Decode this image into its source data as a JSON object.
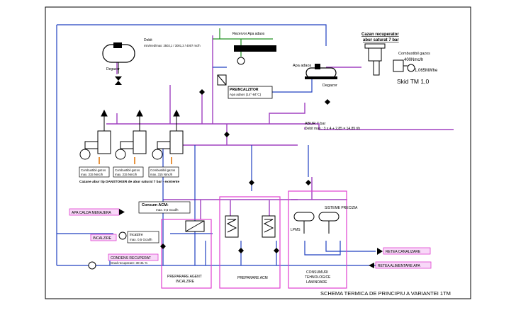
{
  "title": "SCHEMA TERMICA DE PRINCIPIU A VARIANTEI 1TM",
  "colors": {
    "steam": "#a040c0",
    "water": "#2040c0",
    "green": "#209020",
    "zone": "#e040d0",
    "frame": "#000000",
    "burner": "#e07000"
  },
  "labels": {
    "top_note_1": "Debit",
    "top_note_2": "min/med/max: 2502,1 / 3001,3 / 4007 mc/h",
    "degazor_left": "Degazor",
    "rezervor": "Rezervor Apa adaos",
    "preincalzitor_title": "PREINCALZITOR",
    "preincalzitor_detail": "Apa adaos (14°-84°C)",
    "apa_adaos": "Apa adaos",
    "degazor_right": "Degazor",
    "cazan_rec_1": "Cazan recuperator",
    "cazan_rec_2": "abur saturat 7 bar",
    "combustibil_gazos": "Combustibil gazos",
    "consum_gaz": "400Nmc/h",
    "putere": "1,065MWhe",
    "skid": "Skid TM 1,0",
    "abur_1": "ABUR 7 bar",
    "abur_2": "Debit max.: 3 x 4 + 2,85 = 14,85 t/h",
    "comb_1a": "Combustibil gazos",
    "comb_1b": "max. 315 Nmc/h",
    "comb_2a": "Combustibil gazos",
    "comb_2b": "max. 315 Nmc/h",
    "comb_3a": "Combustibil gazos",
    "comb_3b": "max. 315 Nmc/h",
    "cazane_note": "Cazane abur tip DANSTOKER de abur saturat 7 bar - existente",
    "consum_acm_1": "Consum ACM:",
    "consum_acm_2": "max. 0,5 Gcal/h",
    "apa_calda": "APA CALDA MENAJERA",
    "incalzire_1": "Incalzire",
    "incalzire_2": "max. 0,5 Gcal/h",
    "incalzire_tag": "INCALZIRE",
    "condens_tag": "CONDENS RECUPERAT",
    "condens_detail": "Grad recuperare: 30-31 %",
    "sisteme": "SISTEME PRECIZIA",
    "lpms": "LPMS",
    "retea_canal": "RETEA CANALIZARE",
    "retea_alim": "RETEA ALIMENTARE APA",
    "zone_agent_1": "PREPARARE AGENT",
    "zone_agent_2": "INCALZIRE",
    "zone_acm": "PREPARARE ACM",
    "zone_cons_1": "CONSUMURI",
    "zone_cons_2": "TEHNOLOGICE",
    "zone_cons_3": "LAMINOARE"
  }
}
